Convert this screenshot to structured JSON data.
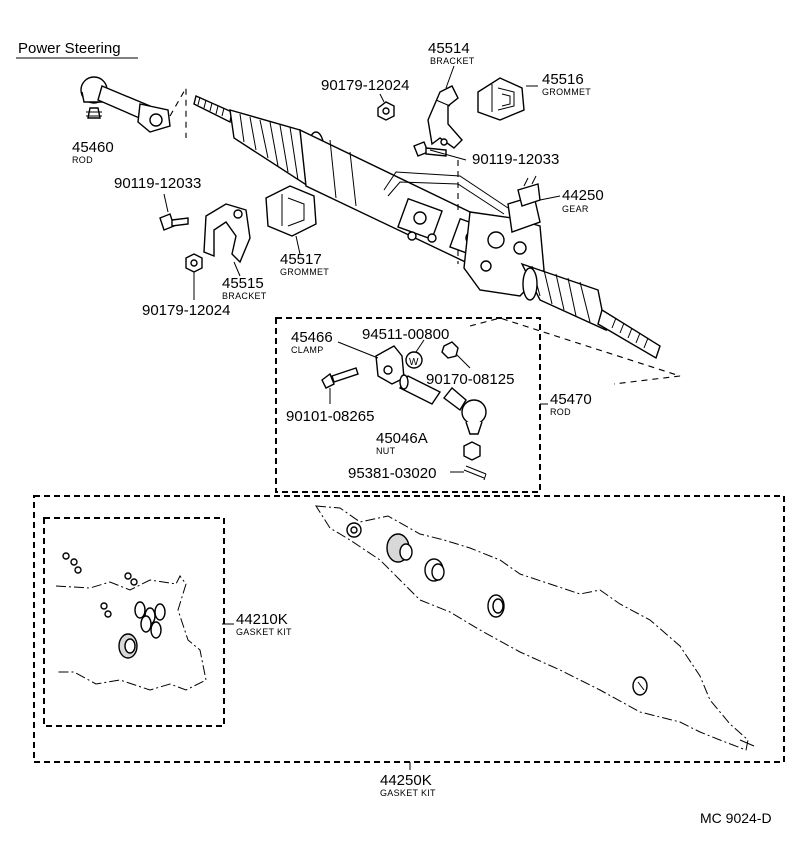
{
  "title": "Power Steering",
  "drawing_code": "MC 9024-D",
  "parts": {
    "p45514": {
      "number": "45514",
      "desc": "BRACKET"
    },
    "p45516": {
      "number": "45516",
      "desc": "GROMMET"
    },
    "p90179_top": {
      "number": "90179-12024"
    },
    "p90119_top": {
      "number": "90119-12033"
    },
    "p45460": {
      "number": "45460",
      "desc": "ROD"
    },
    "p44250": {
      "number": "44250",
      "desc": "GEAR"
    },
    "p90119_left": {
      "number": "90119-12033"
    },
    "p45517": {
      "number": "45517",
      "desc": "GROMMET"
    },
    "p45515": {
      "number": "45515",
      "desc": "BRACKET"
    },
    "p90179_bottom": {
      "number": "90179-12024"
    },
    "p45466": {
      "number": "45466",
      "desc": "CLAMP"
    },
    "p94511": {
      "number": "94511-00800"
    },
    "p90170": {
      "number": "90170-08125"
    },
    "p45470": {
      "number": "45470",
      "desc": "ROD"
    },
    "p90101": {
      "number": "90101-08265"
    },
    "p45046A": {
      "number": "45046A",
      "desc": "NUT"
    },
    "p95381": {
      "number": "95381-03020"
    },
    "p44210K": {
      "number": "44210K",
      "desc": "GASKET KIT"
    },
    "p44250K": {
      "number": "44250K",
      "desc": "GASKET KIT"
    }
  },
  "washer_mark": "W",
  "icons": [
    "tie-rod-end-icon",
    "steering-rack-icon",
    "bracket-icon",
    "grommet-icon",
    "bolt-icon",
    "nut-icon",
    "cotter-pin-icon",
    "gasket-icon"
  ]
}
